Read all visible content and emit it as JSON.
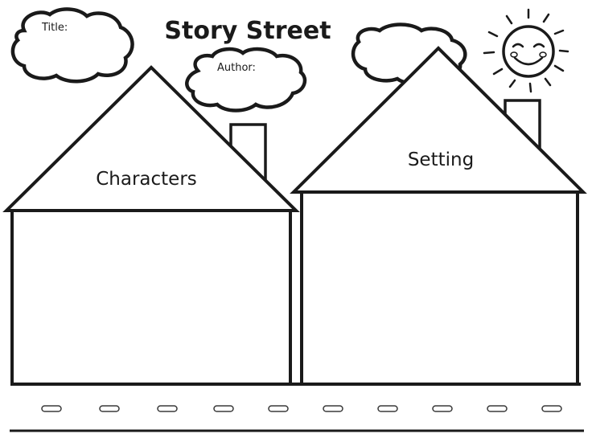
{
  "worksheet": {
    "heading": "Story Street",
    "title_label": "Title:",
    "author_label": "Author:",
    "characters_label": "Characters",
    "setting_label": "Setting"
  },
  "colors": {
    "ink": "#1a1a1a",
    "paper": "#ffffff"
  },
  "icons": {
    "sun": "smiling-sun-icon",
    "cloud": "cloud-icon"
  }
}
